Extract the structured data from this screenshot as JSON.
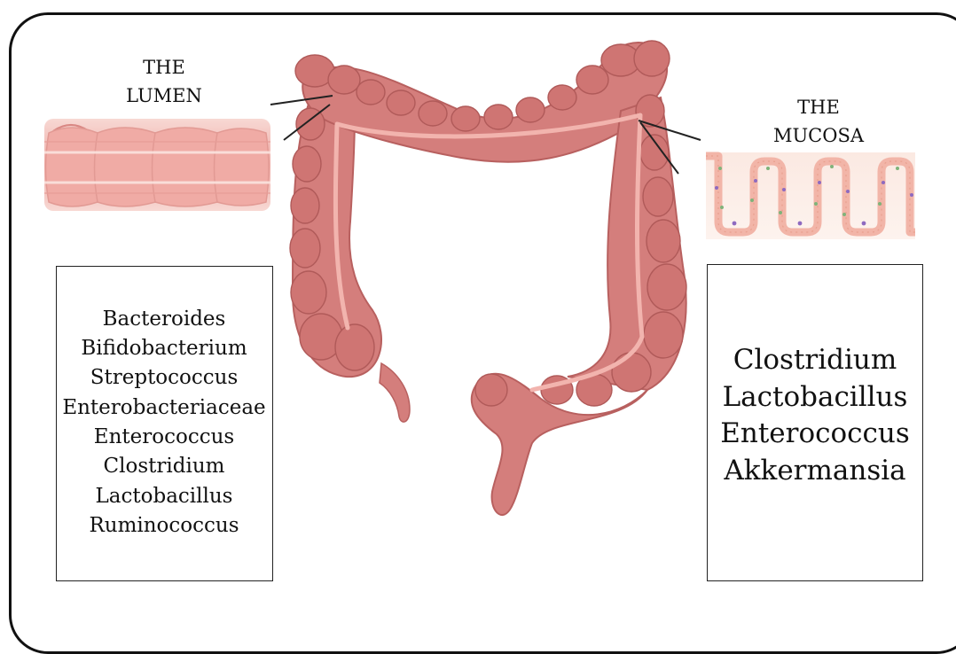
{
  "lumen": {
    "title_line1": "THE",
    "title_line2": "LUMEN",
    "bacteria": [
      "Bacteroides",
      "Bifidobacterium",
      "Streptococcus",
      "Enterobacteriaceae",
      "Enterococcus",
      "Clostridium",
      "Lactobacillus",
      "Ruminococcus"
    ]
  },
  "mucosa": {
    "title_line1": "THE",
    "title_line2": "MUCOSA",
    "bacteria": [
      "Clostridium",
      "Lactobacillus",
      "Enterococcus",
      "Akkermansia"
    ]
  },
  "colors": {
    "colon_fill": "#d47e7c",
    "colon_shadow": "#b8605f",
    "colon_highlight": "#e9a3a0",
    "tissue_pink": "#f3b9b4"
  }
}
